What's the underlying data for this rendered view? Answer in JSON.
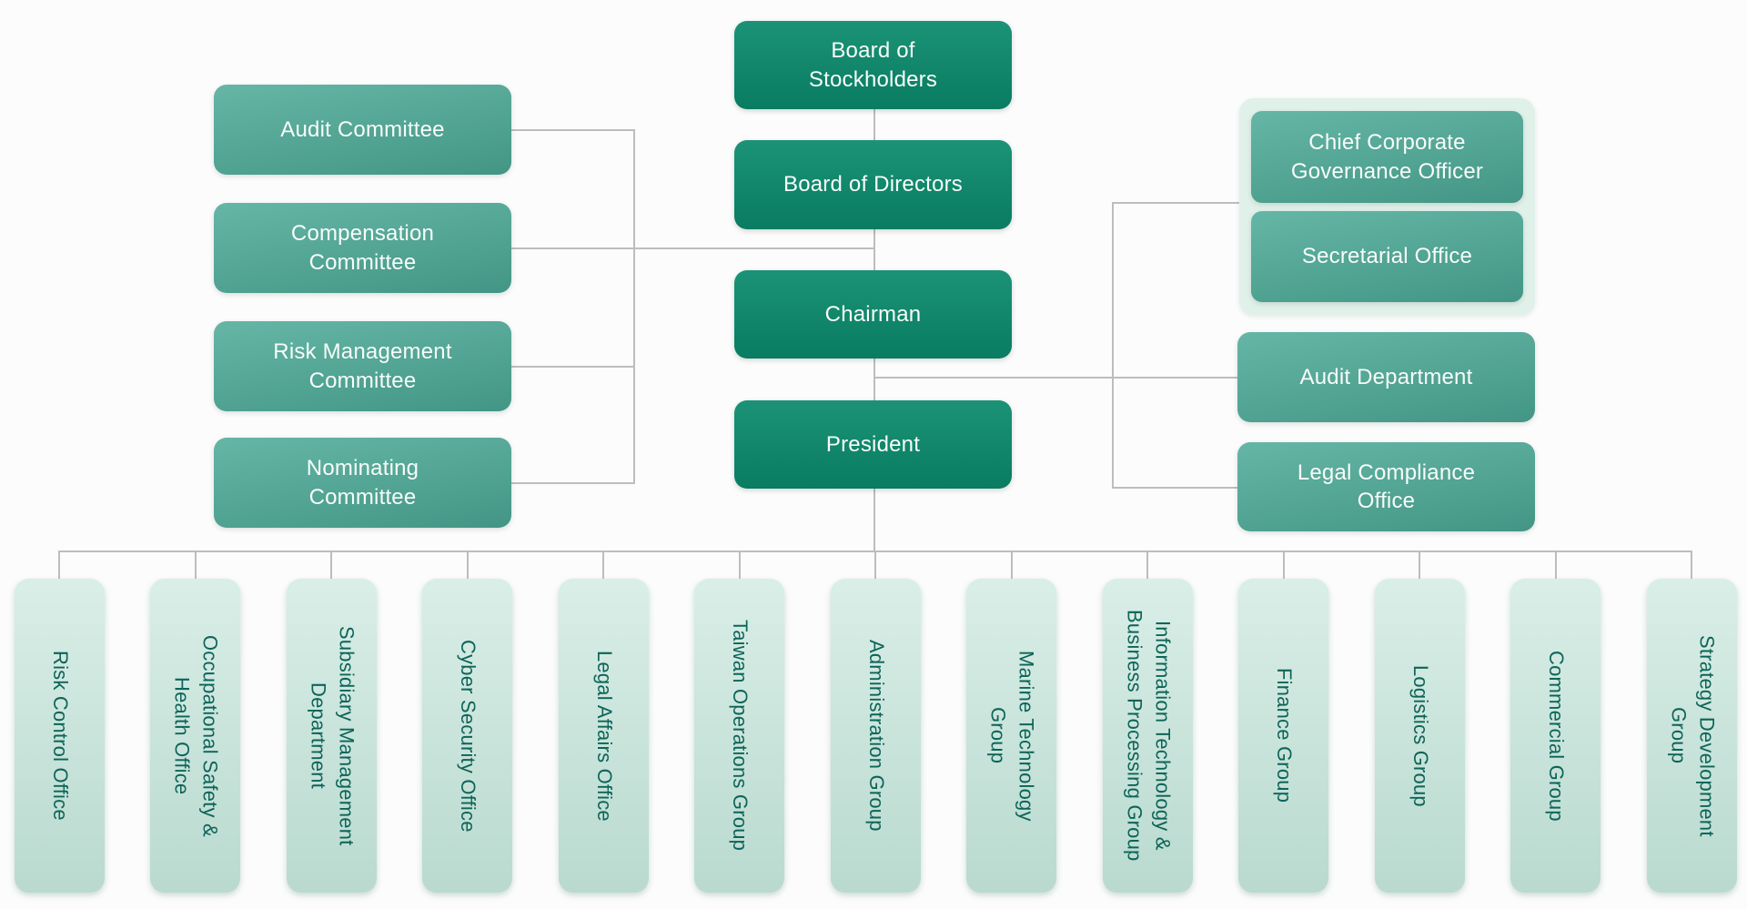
{
  "palette": {
    "node_primary": "#0a8a6c",
    "node_secondary": "#4caa97",
    "node_light": "#c9e7dd",
    "group_bg": "#e0f1ea",
    "text_on_dark": "#f7fcfa",
    "text_on_light": "#0d6458",
    "connector": "#bdbdbd",
    "background": "#fcfcfc"
  },
  "org": {
    "executive": [
      "Board of\nStockholders",
      "Board of Directors",
      "Chairman",
      "President"
    ],
    "committees": [
      "Audit Committee",
      "Compensation\nCommittee",
      "Risk Management\nCommittee",
      "Nominating\nCommittee"
    ],
    "governance": [
      "Chief Corporate\nGovernance Officer",
      "Secretarial Office"
    ],
    "oversight": [
      "Audit Department",
      "Legal Compliance\nOffice"
    ],
    "departments": [
      "Risk Control Office",
      "Occupational Safety &\nHealth Office",
      "Subsidiary Management\nDepartment",
      "Cyber Security Office",
      "Legal Affairs Office",
      "Taiwan Operations Group",
      "Administration Group",
      "Marine Technology\nGroup",
      "Information Technology &\nBusiness Processing Group",
      "Finance Group",
      "Logistics Group",
      "Commercial Group",
      "Strategy Development\nGroup"
    ]
  }
}
